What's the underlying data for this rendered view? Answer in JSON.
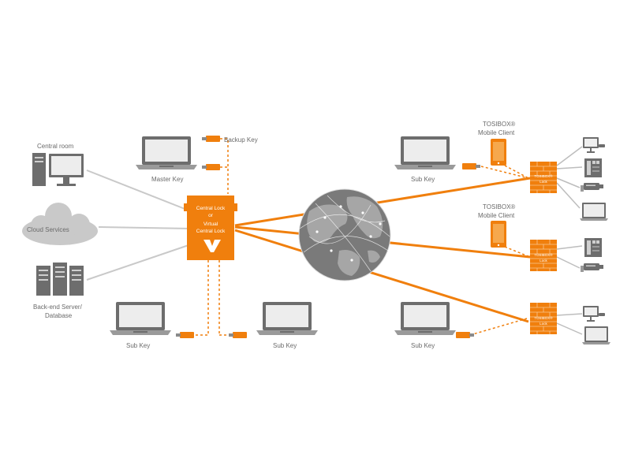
{
  "labels": {
    "central_room": "Central room",
    "cloud_services": "Cloud Services",
    "backend_line1": "Back-end Server/",
    "backend_line2": "Database",
    "master_key": "Master Key",
    "backup_key": "Backup Key",
    "central_lock_line1": "Central Lock",
    "central_lock_line2": "or",
    "central_lock_line3": "Virtual",
    "central_lock_line4": "Central Lock",
    "sub_key": "Sub Key",
    "mobile_client_line1": "TOSIBOX®",
    "mobile_client_line2": "Mobile Client",
    "lock_line1": "TOSIBOX®",
    "lock_line2": "Lock"
  },
  "colors": {
    "orange": "#F07F0D",
    "gray": "#8A8A8A",
    "light_gray": "#C9C9C9",
    "dark_gray": "#555555"
  },
  "icons": [
    "laptop-icon",
    "desktop-icon",
    "cloud-icon",
    "server-icon",
    "usb-key-icon",
    "globe-icon",
    "phone-icon",
    "firewall-lock-icon",
    "camera-icon",
    "plc-icon",
    "monitor-icon"
  ]
}
